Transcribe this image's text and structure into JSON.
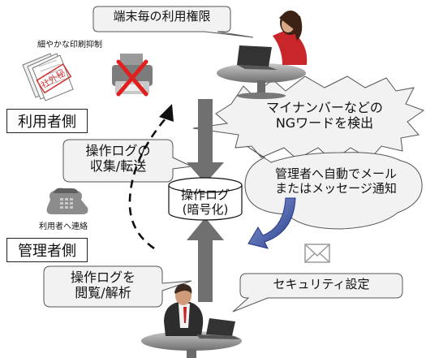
{
  "bubbles": {
    "terminal_permission": "端末毎の利用権限",
    "ng_word": [
      "マイナンバーなどの",
      "NGワードを検出"
    ],
    "collect_transfer": [
      "操作ログの",
      "収集/転送"
    ],
    "auto_notify": [
      "管理者へ自動でメール",
      "またはメッセージ通知"
    ],
    "browse_analyze": [
      "操作ログを",
      "閲覧/解析"
    ],
    "security_settings": "セキュリティ設定"
  },
  "labels": {
    "print_control": "細やかな印刷抑制",
    "user_side": "利用者側",
    "admin_side": "管理者側",
    "contact_user": "利用者へ連絡",
    "stamp_text": "社外秘"
  },
  "database": [
    "操作ログ",
    "(暗号化)"
  ],
  "colors": {
    "arrow_gray": "#707070",
    "arrow_blue": "#3a4a8c",
    "stamp_red": "#d23a3a",
    "cross_red": "#e0201e",
    "envelope": "#9a9a9a"
  },
  "icons": [
    "document-icon",
    "printer-icon",
    "woman-at-laptop-icon",
    "man-at-laptop-icon",
    "phone-icon",
    "envelope-icon",
    "database-icon"
  ]
}
